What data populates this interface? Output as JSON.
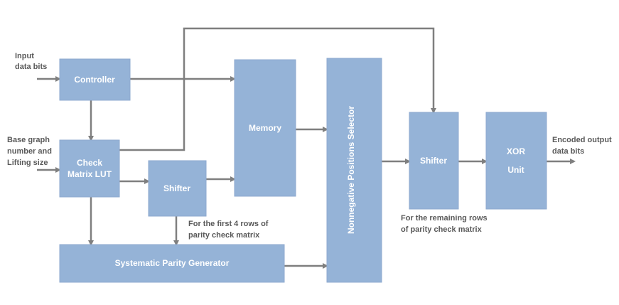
{
  "blocks": {
    "controller": "Controller",
    "check_lut_line1": "Check",
    "check_lut_line2": "Matrix LUT",
    "shifter1": "Shifter",
    "memory": "Memory",
    "selector": "Nonnegative Positions Selector",
    "shifter2": "Shifter",
    "xor_line1": "XOR",
    "xor_line2": "Unit",
    "parity_generator": "Systematic Parity Generator"
  },
  "labels": {
    "input_line1": "Input",
    "input_line2": "data bits",
    "base_line1": "Base graph",
    "base_line2": "number and",
    "base_line3": "Lifting size",
    "first_rows_line1": "For the first 4 rows of",
    "first_rows_line2": "parity check matrix",
    "remaining_rows_line1": "For the remaining rows",
    "remaining_rows_line2": "of parity check matrix",
    "output_line1": "Encoded output",
    "output_line2": "data bits"
  },
  "colors": {
    "block_fill": "#95b3d7",
    "block_text": "#ffffff",
    "arrow": "#7f7f7f",
    "label_text": "#595959"
  }
}
